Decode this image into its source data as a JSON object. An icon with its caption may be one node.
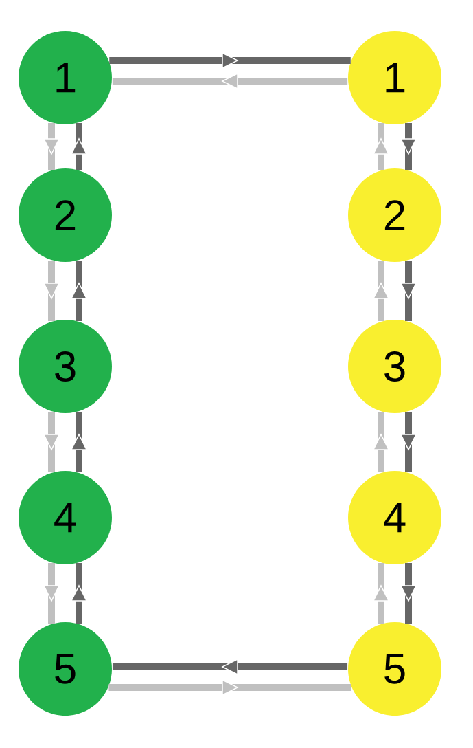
{
  "diagram": {
    "nodes": [
      {
        "text": [
          "1"
        ]
      },
      {
        "text": [
          "1"
        ]
      },
      {
        "text": [
          "2"
        ]
      },
      {
        "text": [
          "2"
        ]
      },
      {
        "text": [
          "3"
        ]
      },
      {
        "text": [
          "3"
        ]
      },
      {
        "text": [
          "4"
        ]
      },
      {
        "text": [
          "4"
        ]
      },
      {
        "text": [
          "5"
        ]
      },
      {
        "text": [
          "5"
        ]
      }
    ],
    "edges": [
      {
        "from": 0,
        "to": 1,
        "arrow": "to",
        "color": "#666666"
      },
      {
        "from": 1,
        "to": 0,
        "arrow": "to",
        "color": "#c0c0c0"
      },
      {
        "from": 1,
        "to": 3,
        "arrow": "to",
        "color": "#666666"
      },
      {
        "from": 3,
        "to": 5,
        "arrow": "to",
        "color": "#666666"
      },
      {
        "from": 5,
        "to": 7,
        "arrow": "to",
        "color": "#666666"
      },
      {
        "from": 7,
        "to": 9,
        "arrow": "to",
        "color": "#666666"
      },
      {
        "from": 9,
        "to": 8,
        "arrow": "to",
        "color": "#666666"
      },
      {
        "from": 8,
        "to": 6,
        "arrow": "to",
        "color": "#666666"
      },
      {
        "from": 6,
        "to": 4,
        "arrow": "to",
        "color": "#666666"
      },
      {
        "from": 4,
        "to": 2,
        "arrow": "to",
        "color": "#666666"
      },
      {
        "from": 2,
        "to": 0,
        "arrow": "to",
        "color": "#666666"
      },
      {
        "from": 0,
        "to": 2,
        "arrow": "to",
        "color": "#c0c0c0"
      },
      {
        "from": 2,
        "to": 4,
        "arrow": "to",
        "color": "#c0c0c0"
      },
      {
        "from": 4,
        "to": 6,
        "arrow": "to",
        "color": "#c0c0c0"
      },
      {
        "from": 6,
        "to": 8,
        "arrow": "to",
        "color": "#c0c0c0"
      },
      {
        "from": 8,
        "to": 9,
        "arrow": "to",
        "color": "#c0c0c0"
      },
      {
        "from": 9,
        "to": 7,
        "arrow": "to",
        "color": "#c0c0c0"
      },
      {
        "from": 7,
        "to": 5,
        "arrow": "to",
        "color": "#c0c0c0"
      },
      {
        "from": 5,
        "to": 3,
        "arrow": "to",
        "color": "#c0c0c0"
      },
      {
        "from": 3,
        "to": 1,
        "arrow": "to",
        "color": "#c0c0c0"
      }
    ]
  }
}
